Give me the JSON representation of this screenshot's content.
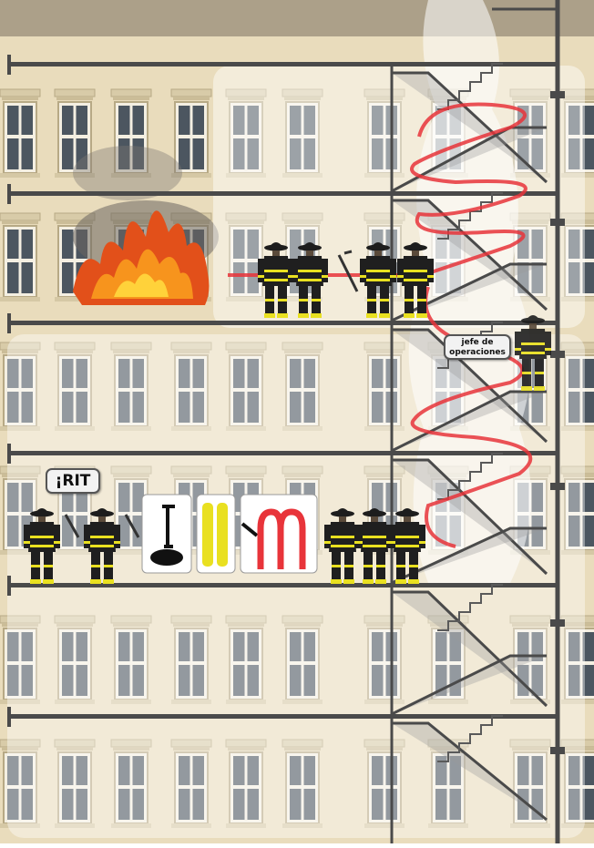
{
  "labels": {
    "rit_team": "¡RIT",
    "ops_chief_line1": "jefe de",
    "ops_chief_line2": "operaciones"
  },
  "colors": {
    "facade": "#e9dcbc",
    "floor_line": "#4a4a4a",
    "hose": "#e8343a",
    "turnout_gear": "#e9e020",
    "overlay": "#ffffff",
    "fire": "#f26a1b"
  },
  "icons": [
    "fire-flames",
    "smoke-plume",
    "firefighter",
    "halligan-tool",
    "rescue-rope-bag",
    "air-bottles",
    "hose-bundle",
    "stairwell"
  ]
}
